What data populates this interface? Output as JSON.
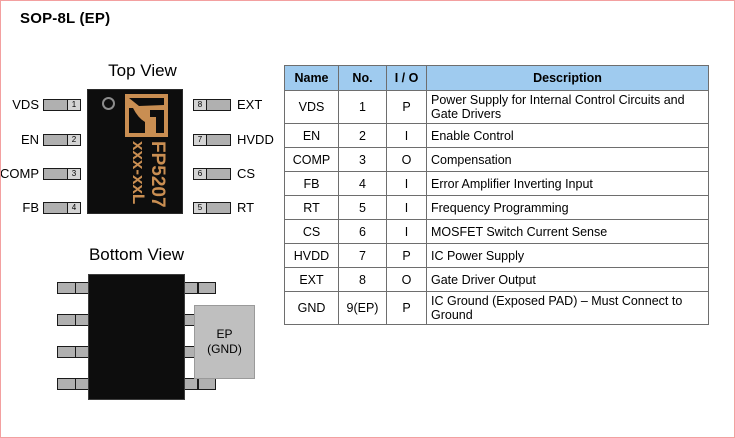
{
  "package": {
    "title": "SOP-8L (EP)",
    "top_view_caption": "Top View",
    "bottom_view_caption": "Bottom View",
    "marking_line1": "FP5207",
    "marking_line2": "xxx-xxL",
    "exposed_pad_label_line1": "EP",
    "exposed_pad_label_line2": "(GND)",
    "left_pins": [
      {
        "num": "1",
        "label": "VDS"
      },
      {
        "num": "2",
        "label": "EN"
      },
      {
        "num": "3",
        "label": "COMP"
      },
      {
        "num": "4",
        "label": "FB"
      }
    ],
    "right_pins": [
      {
        "num": "8",
        "label": "EXT"
      },
      {
        "num": "7",
        "label": "HVDD"
      },
      {
        "num": "6",
        "label": "CS"
      },
      {
        "num": "5",
        "label": "RT"
      }
    ]
  },
  "colors": {
    "header_blue": "#9fcbef",
    "marking_orange": "#c98e52",
    "body_black": "#0d0d0d",
    "lead_gray": "#b0b0b0",
    "page_border": "#f3a0a0",
    "ep_gray": "#bfbfbf"
  },
  "pin_table": {
    "headers": [
      "Name",
      "No.",
      "I / O",
      "Description"
    ],
    "rows": [
      {
        "name": "VDS",
        "no": "1",
        "io": "P",
        "desc": "Power Supply for Internal Control Circuits and Gate Drivers"
      },
      {
        "name": "EN",
        "no": "2",
        "io": "I",
        "desc": "Enable Control"
      },
      {
        "name": "COMP",
        "no": "3",
        "io": "O",
        "desc": "Compensation"
      },
      {
        "name": "FB",
        "no": "4",
        "io": "I",
        "desc": "Error Amplifier Inverting Input"
      },
      {
        "name": "RT",
        "no": "5",
        "io": "I",
        "desc": "Frequency Programming"
      },
      {
        "name": "CS",
        "no": "6",
        "io": "I",
        "desc": "MOSFET Switch Current Sense"
      },
      {
        "name": "HVDD",
        "no": "7",
        "io": "P",
        "desc": "IC Power Supply"
      },
      {
        "name": "EXT",
        "no": "8",
        "io": "O",
        "desc": "Gate Driver Output"
      },
      {
        "name": "GND",
        "no": "9(EP)",
        "io": "P",
        "desc": "IC Ground (Exposed PAD) – Must Connect to Ground"
      }
    ]
  }
}
